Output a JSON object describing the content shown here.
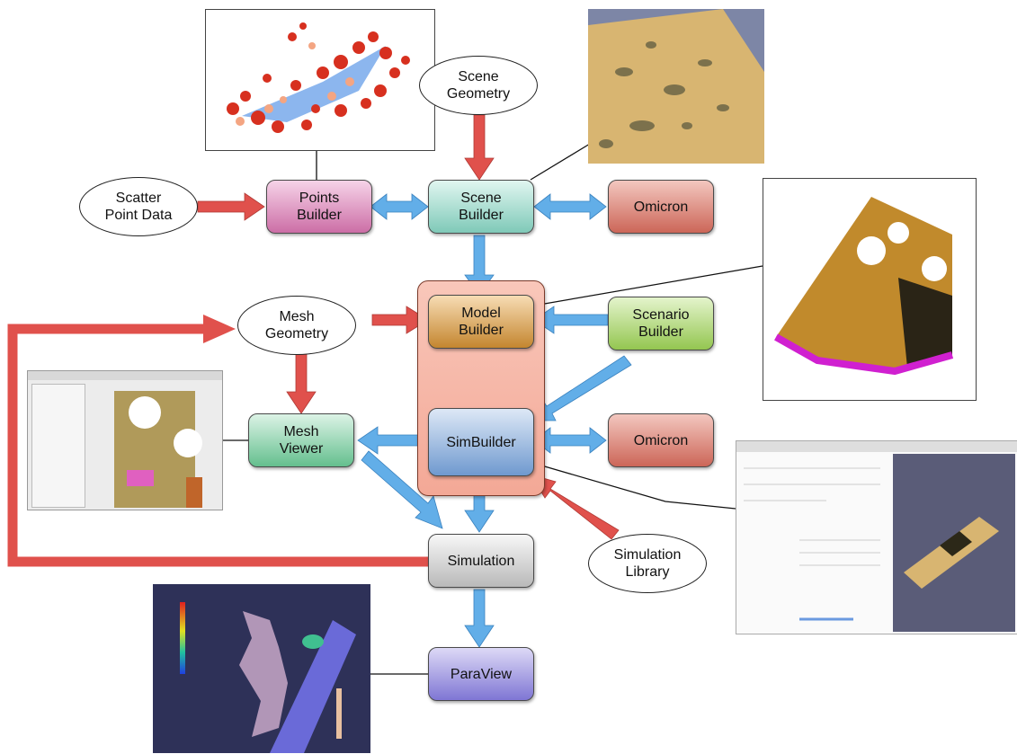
{
  "nodes": {
    "points_builder": "Points\nBuilder",
    "scene_builder": "Scene\nBuilder",
    "omicron_top": "Omicron",
    "model_builder": "Model\nBuilder",
    "scenario_builder": "Scenario\nBuilder",
    "mesh_viewer": "Mesh\nViewer",
    "simbuilder": "SimBuilder",
    "omicron_mid": "Omicron",
    "simulation": "Simulation",
    "paraview": "ParaView"
  },
  "inputs": {
    "scatter_point_data": "Scatter\nPoint Data",
    "scene_geometry": "Scene\nGeometry",
    "mesh_geometry": "Mesh\nGeometry",
    "simulation_library": "Simulation\nLibrary"
  },
  "colors": {
    "red_arrow": "#e0514c",
    "blue_arrow": "#62aee8",
    "points_builder": "#d47db0",
    "scene_builder": "#8fd6c7",
    "omicron": "#d9776b",
    "model_builder": "#d39a4d",
    "scenario_builder": "#a9d56a",
    "mesh_viewer": "#7fd0a6",
    "simbuilder": "#86aee0",
    "simulation": "#d0d0d0",
    "paraview": "#8f86e0",
    "group_box": "#f6b3a3"
  }
}
